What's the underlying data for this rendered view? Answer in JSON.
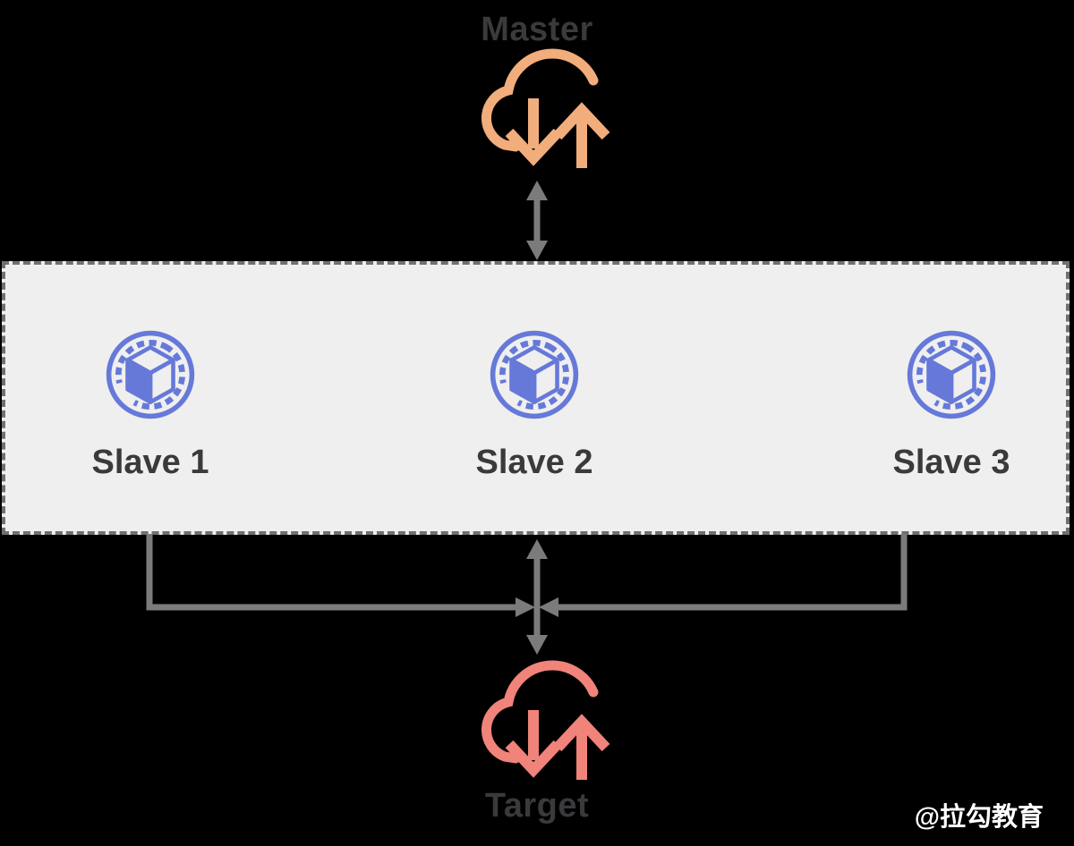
{
  "diagram": {
    "title_semantics": "master-slave replication to target architecture",
    "master": {
      "label": "Master",
      "icon": "cloud-sync-icon",
      "color": "#f2ad7c"
    },
    "target": {
      "label": "Target",
      "icon": "cloud-sync-icon",
      "color": "#f0837a"
    },
    "cluster": {
      "fill": "#efefef",
      "border_color": "#707070",
      "border_style": "dashed",
      "node_icon": "cube-circle-icon",
      "node_icon_color": "#6679d9",
      "label_color": "#3a3a3c",
      "nodes": [
        {
          "label": "Slave 1"
        },
        {
          "label": "Slave 2"
        },
        {
          "label": "Slave 3"
        }
      ]
    },
    "connections": [
      {
        "from": "Master",
        "to": "cluster",
        "style": "double-headed-vertical-arrow"
      },
      {
        "from": "Slave 1",
        "to": "center-junction",
        "style": "elbow-arrow-right"
      },
      {
        "from": "Slave 3",
        "to": "center-junction",
        "style": "elbow-arrow-left"
      },
      {
        "from": "cluster",
        "to": "Target",
        "style": "double-headed-vertical-arrow"
      }
    ],
    "connector_color": "#7b7b7b",
    "watermark": "@拉勾教育",
    "background": "#000000"
  }
}
